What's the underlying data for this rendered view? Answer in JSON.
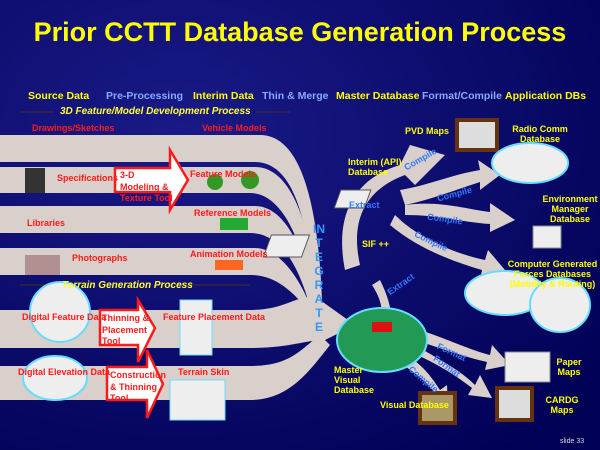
{
  "title": "Prior CCTT Database Generation Process",
  "columns": [
    "Source Data",
    "Pre-Processing",
    "Interim Data",
    "Thin & Merge",
    "Master Database",
    "Format/Compile",
    "Application DBs"
  ],
  "sections": {
    "feature": "3D Feature/Model Development Process",
    "terrain": "Terrain Generation Process"
  },
  "sources": [
    "Drawings/Sketches",
    "Specifications",
    "Libraries",
    "Photographs",
    "Digital Feature Data",
    "Digital Elevation Data"
  ],
  "interim": [
    "Vehicle Models",
    "Feature Models",
    "Reference Models",
    "Animation Models",
    "Feature Placement Data",
    "Terrain Skin"
  ],
  "tools": {
    "modeling": "3-D Modeling & Texture Tool",
    "thinning": "Thinning & Placement Tool",
    "construction": "Construction & Thinning Tool"
  },
  "integrate": "INTEGRATE",
  "master": {
    "interim_api": "Interim (API) Database",
    "sif": "SIF ++",
    "master_visual": "Master Visual Database"
  },
  "apps": {
    "pvd": "PVD Maps",
    "radio": "Radio Comm Database",
    "env": "Environment Manager Database",
    "cgf": "Computer Generated Forces Databases (Mobility & Routing)",
    "paper": "Paper Maps",
    "cardg": "CARDG Maps",
    "visual": "Visual Database"
  },
  "arrows": {
    "compile": "Compile",
    "extract": "Extract",
    "format": "Format"
  },
  "slide": "slide 33",
  "colors": {
    "background": "#000066",
    "band": "#d9cfcb",
    "title": "#ffff00",
    "label_red": "#ff1a1a",
    "label_blue": "#3377ff"
  }
}
